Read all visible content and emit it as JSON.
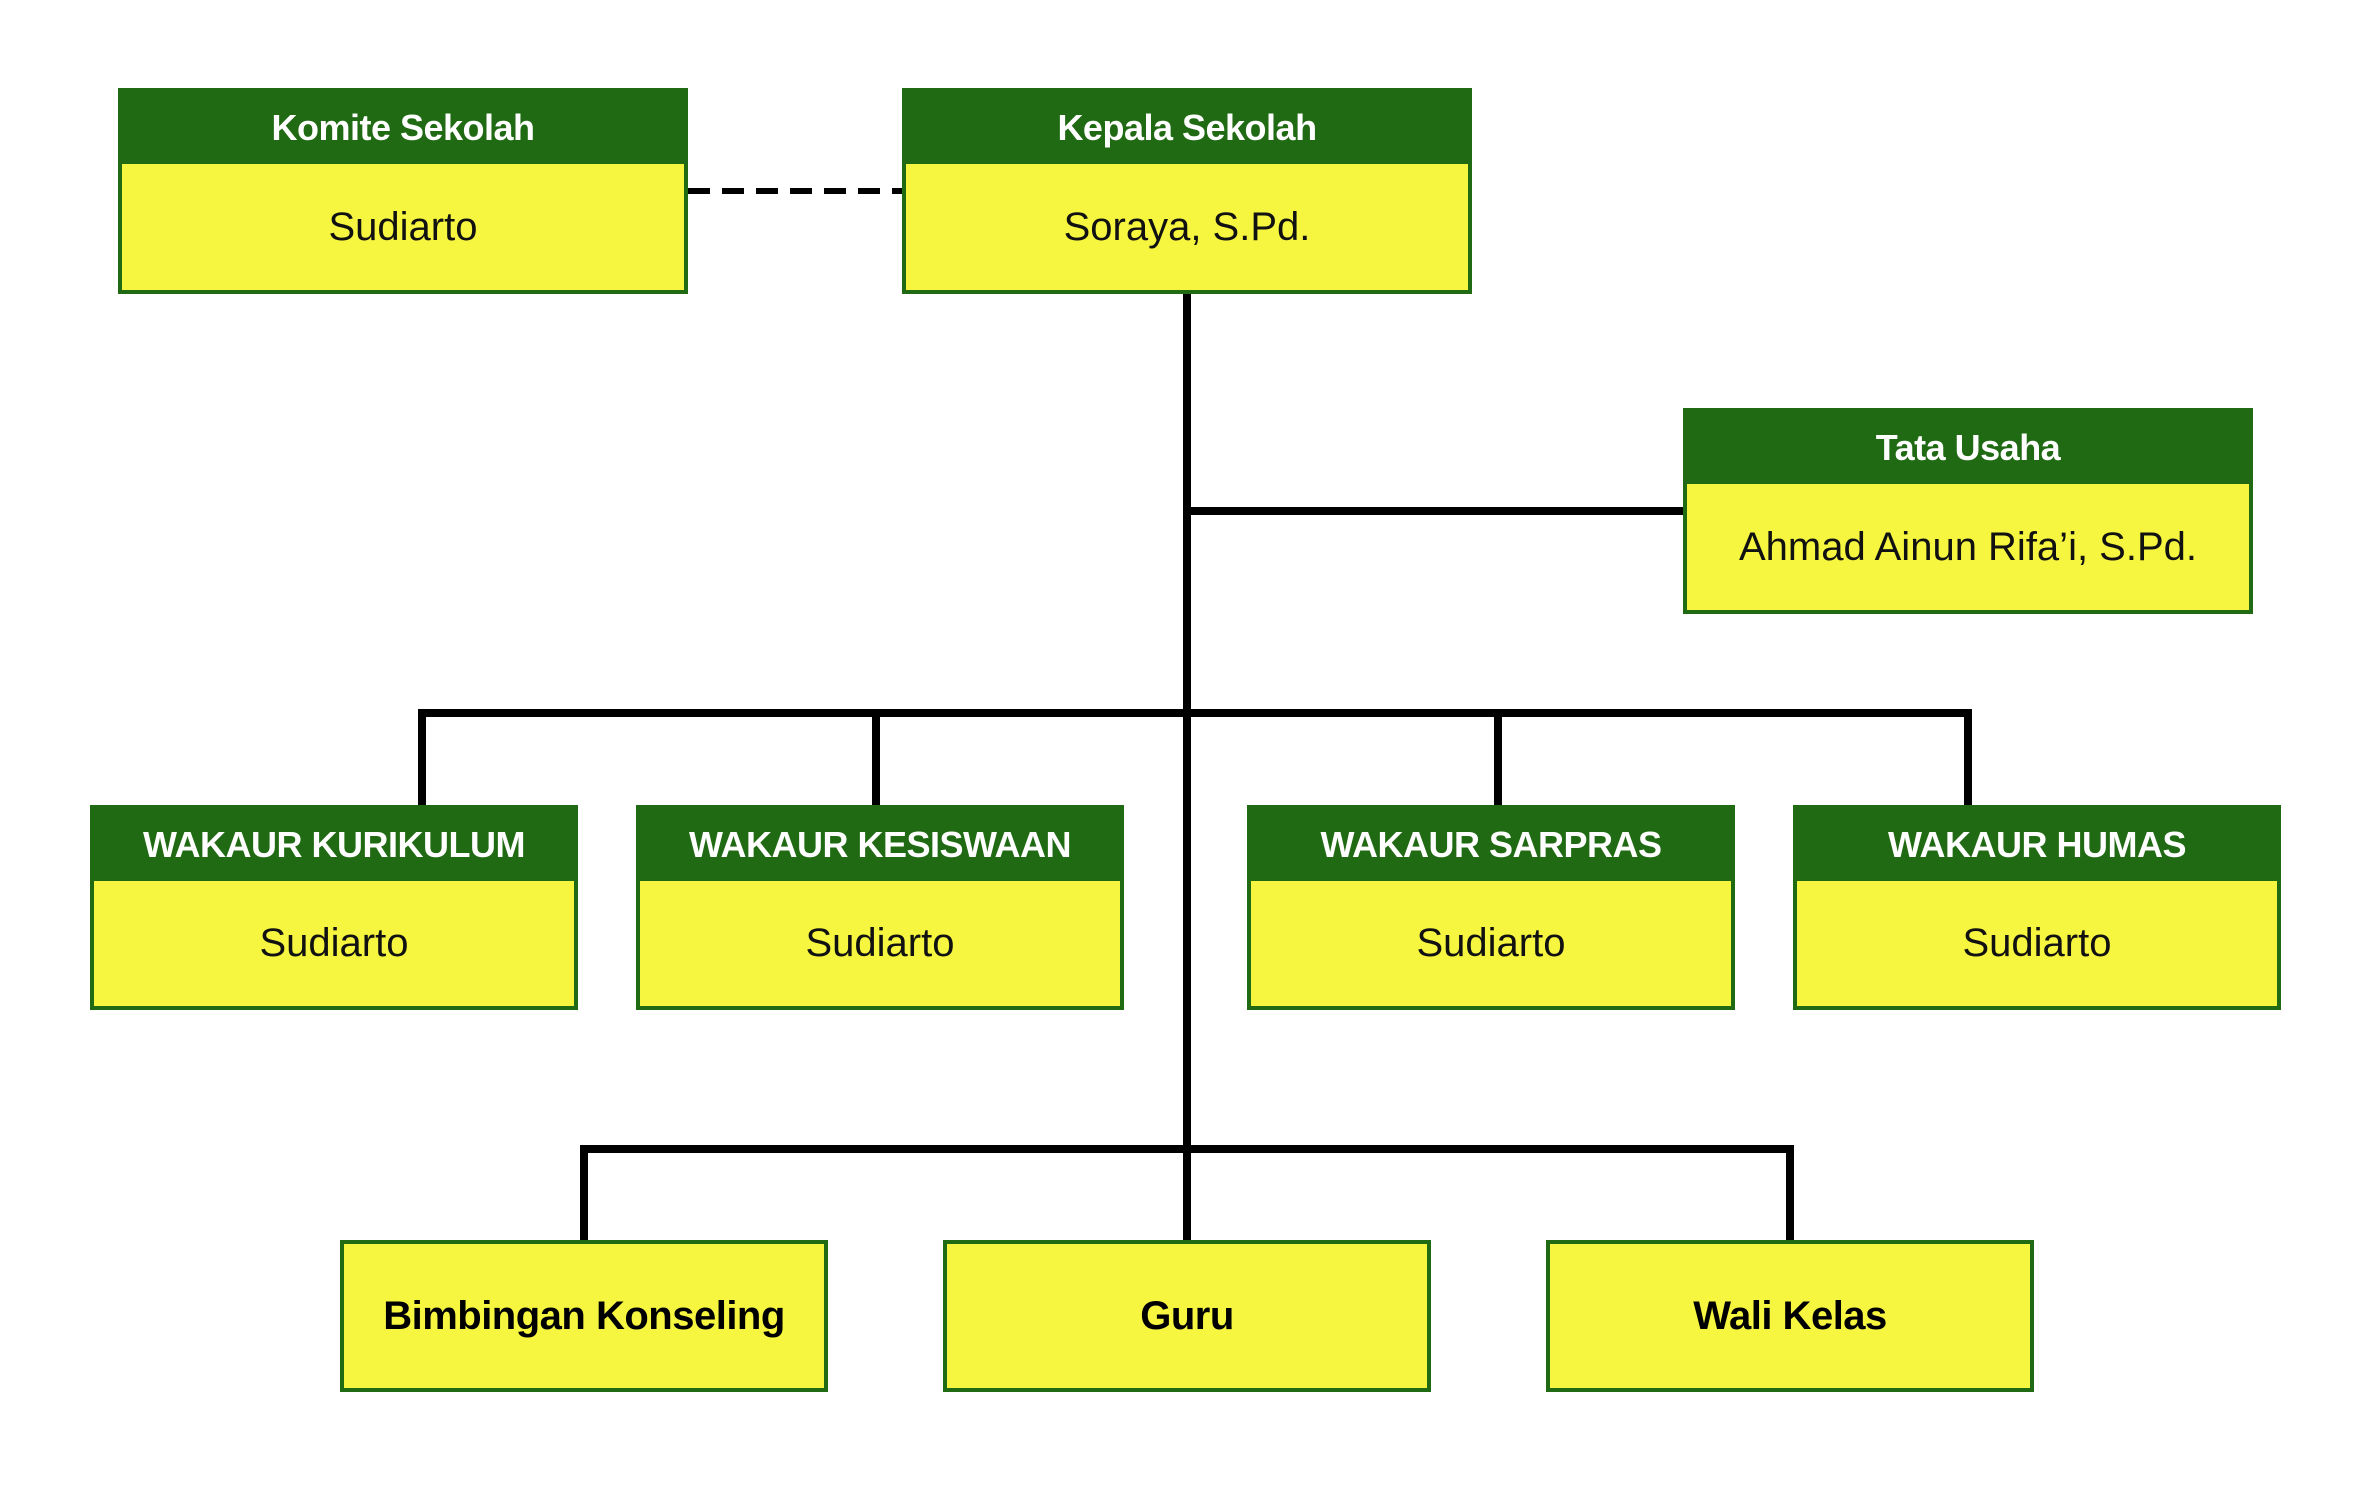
{
  "colors": {
    "header_green": "#1f6a12",
    "box_yellow": "#f6f640",
    "line_black": "#000000"
  },
  "top": {
    "komite": {
      "title": "Komite Sekolah",
      "name": "Sudiarto"
    },
    "kepala": {
      "title": "Kepala Sekolah",
      "name": "Soraya, S.Pd."
    }
  },
  "tata_usaha": {
    "title": "Tata Usaha",
    "name": "Ahmad Ainun Rifa’i, S.Pd."
  },
  "wakaur": [
    {
      "title": "WAKAUR KURIKULUM",
      "name": "Sudiarto"
    },
    {
      "title": "WAKAUR KESISWAAN",
      "name": "Sudiarto"
    },
    {
      "title": "WAKAUR SARPRAS",
      "name": "Sudiarto"
    },
    {
      "title": "WAKAUR HUMAS",
      "name": "Sudiarto"
    }
  ],
  "bottom": [
    {
      "label": "Bimbingan Konseling"
    },
    {
      "label": "Guru"
    },
    {
      "label": "Wali Kelas"
    }
  ]
}
